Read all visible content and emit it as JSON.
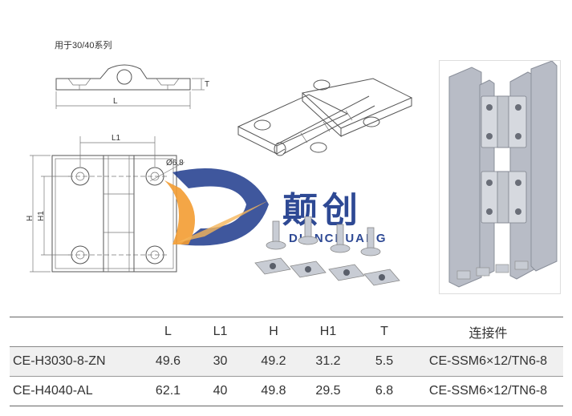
{
  "caption": "用于30/40系列",
  "drawing": {
    "side_labels": {
      "length": "L",
      "thickness": "T"
    },
    "front_labels": {
      "l1": "L1",
      "h": "H",
      "h1": "H1",
      "hole": "Ø6.8"
    }
  },
  "brand": {
    "name_cn": "颠创",
    "name_en": "DIANCHUANG"
  },
  "colors": {
    "brand_blue": "#1d3a8c",
    "brand_orange": "#f39c32",
    "aluminum": "#b8bcc6"
  },
  "table": {
    "headers": [
      "",
      "L",
      "L1",
      "H",
      "H1",
      "T",
      "连接件"
    ],
    "rows": [
      {
        "model": "CE-H3030-8-ZN",
        "L": "49.6",
        "L1": "30",
        "H": "49.2",
        "H1": "31.2",
        "T": "5.5",
        "connector": "CE-SSM6×12/TN6-8"
      },
      {
        "model": "CE-H4040-AL",
        "L": "62.1",
        "L1": "40",
        "H": "49.8",
        "H1": "29.5",
        "T": "6.8",
        "connector": "CE-SSM6×12/TN6-8"
      }
    ]
  }
}
